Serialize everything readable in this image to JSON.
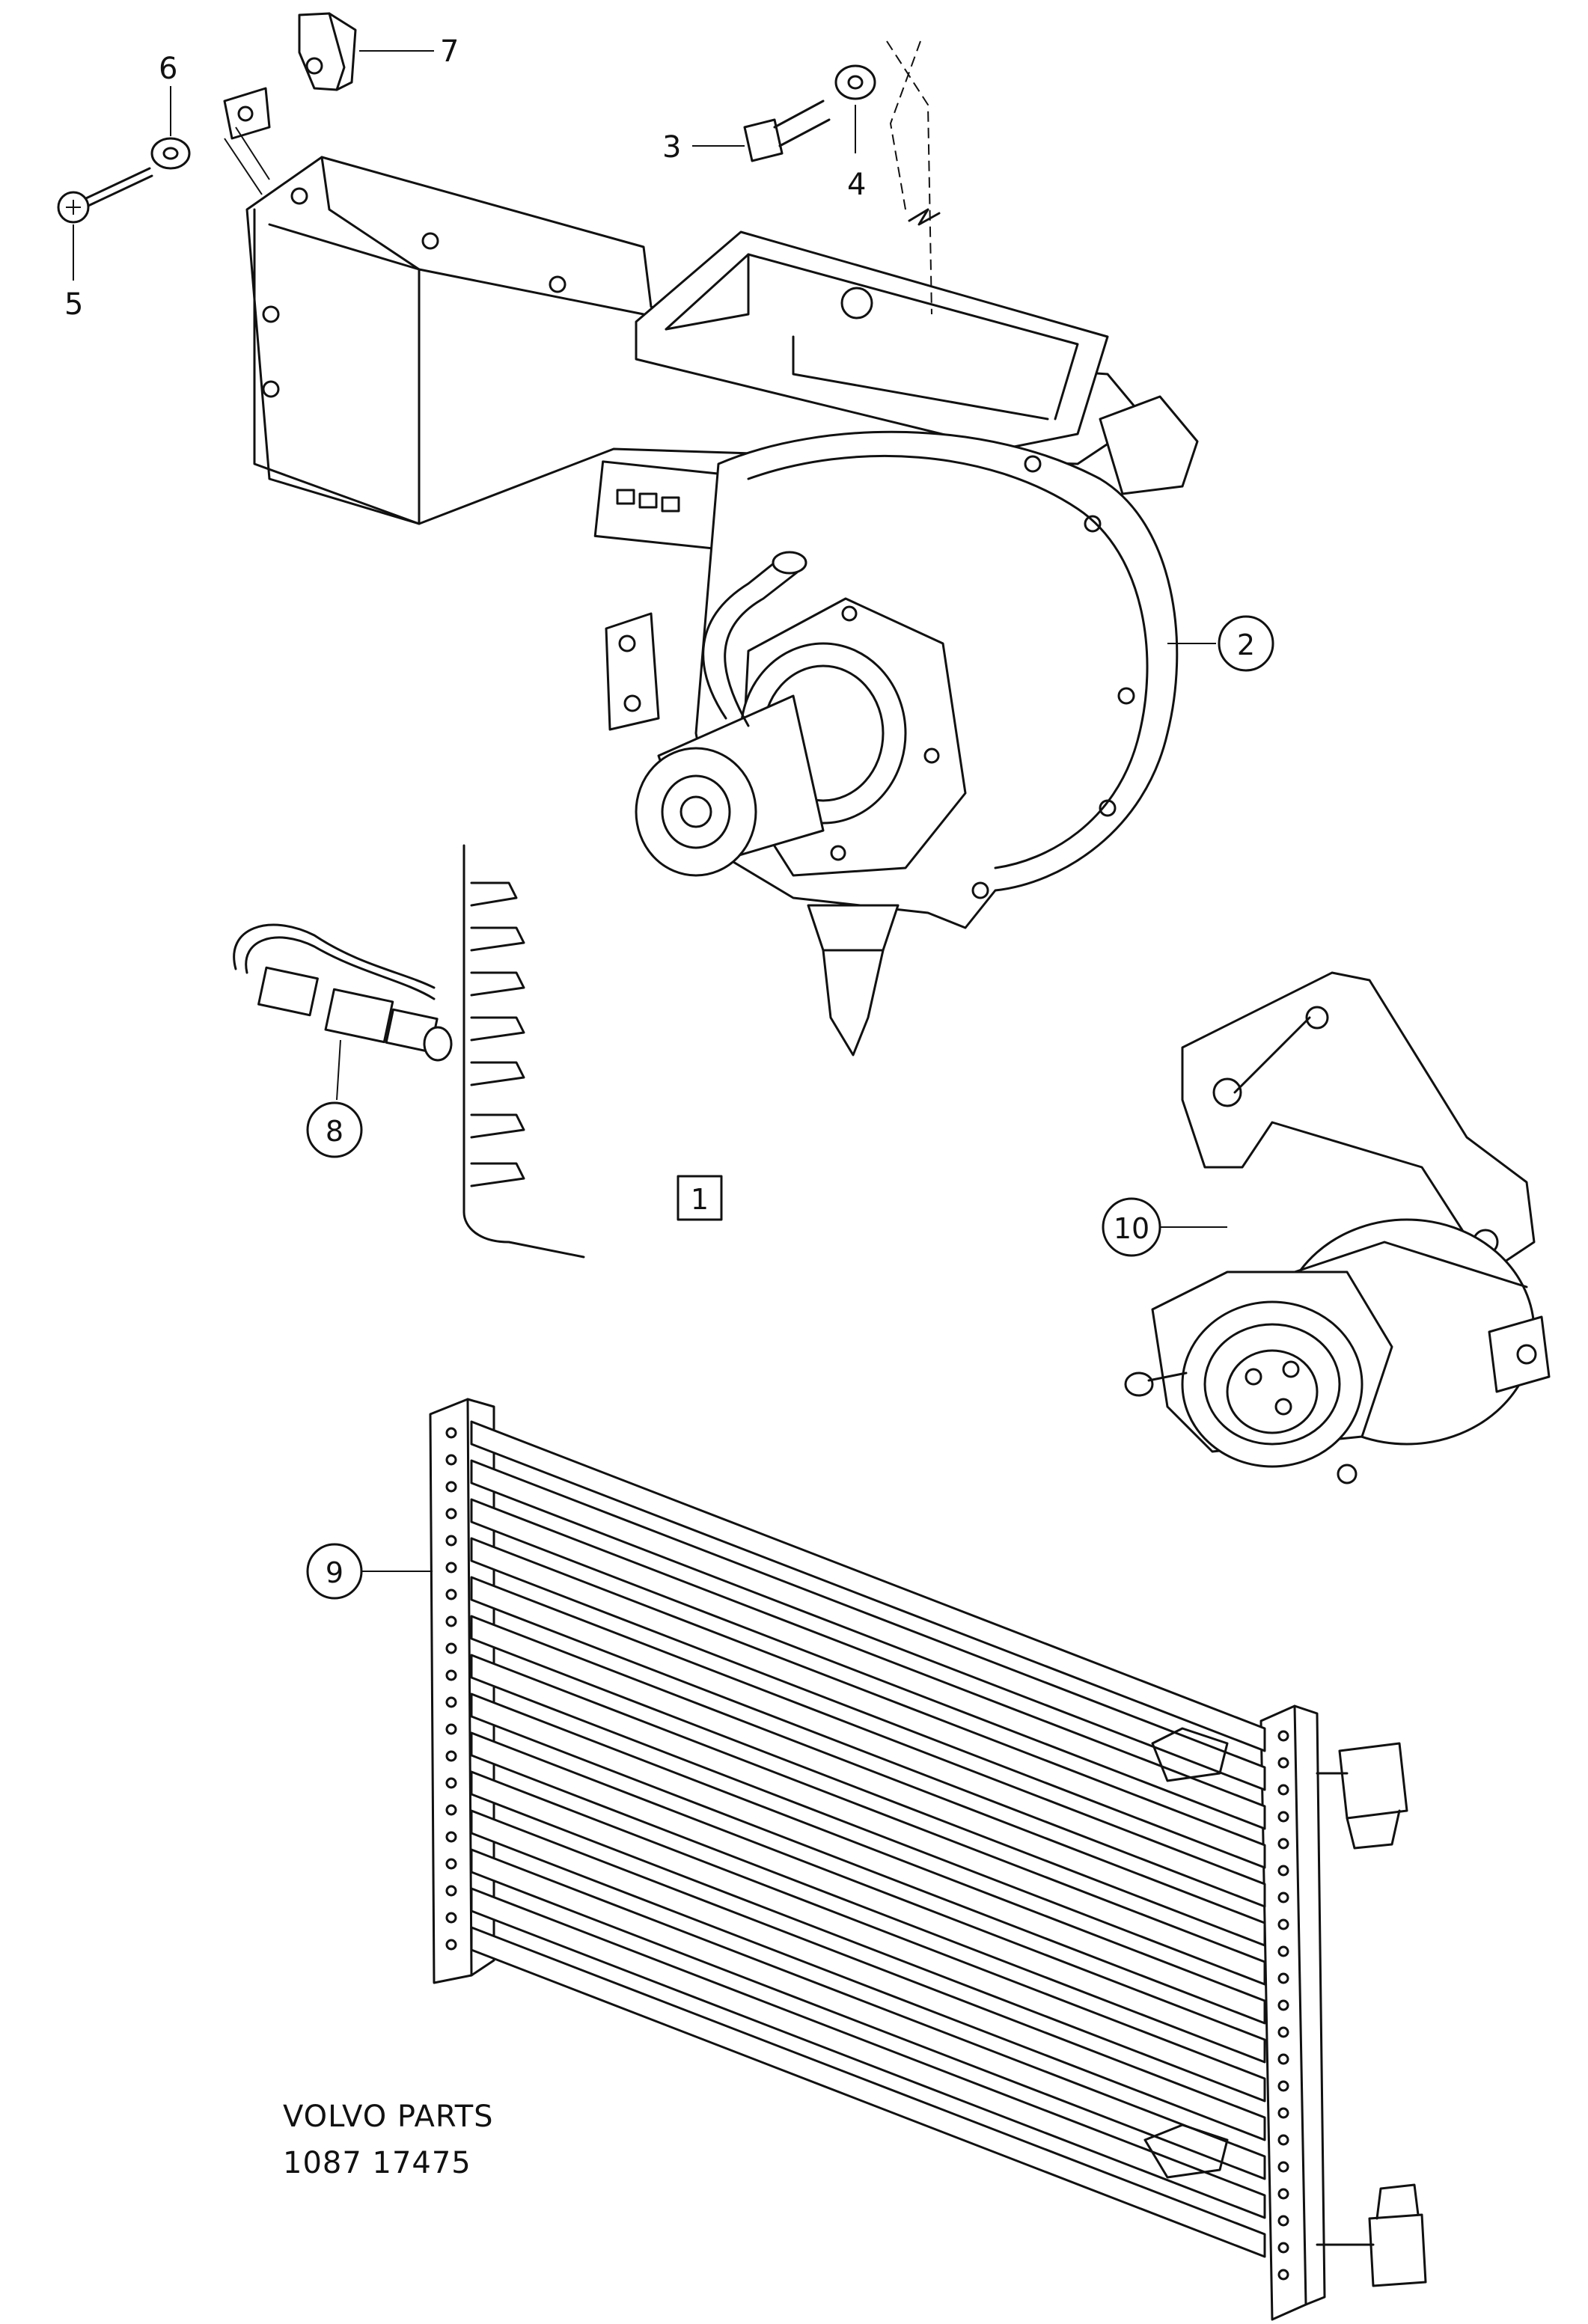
{
  "diagram": {
    "callouts": [
      {
        "id": "item-1",
        "text": "1",
        "style": "boxed"
      },
      {
        "id": "item-2",
        "text": "2",
        "style": "circled"
      },
      {
        "id": "item-3",
        "text": "3",
        "style": "plain"
      },
      {
        "id": "item-4",
        "text": "4",
        "style": "plain"
      },
      {
        "id": "item-5",
        "text": "5",
        "style": "plain"
      },
      {
        "id": "item-6",
        "text": "6",
        "style": "plain"
      },
      {
        "id": "item-7",
        "text": "7",
        "style": "plain"
      },
      {
        "id": "item-8",
        "text": "8",
        "style": "circled"
      },
      {
        "id": "item-9",
        "text": "9",
        "style": "circled"
      },
      {
        "id": "item-10",
        "text": "10",
        "style": "circled"
      }
    ],
    "footer": {
      "brand": "VOLVO PARTS",
      "code": "1087  17475"
    }
  }
}
